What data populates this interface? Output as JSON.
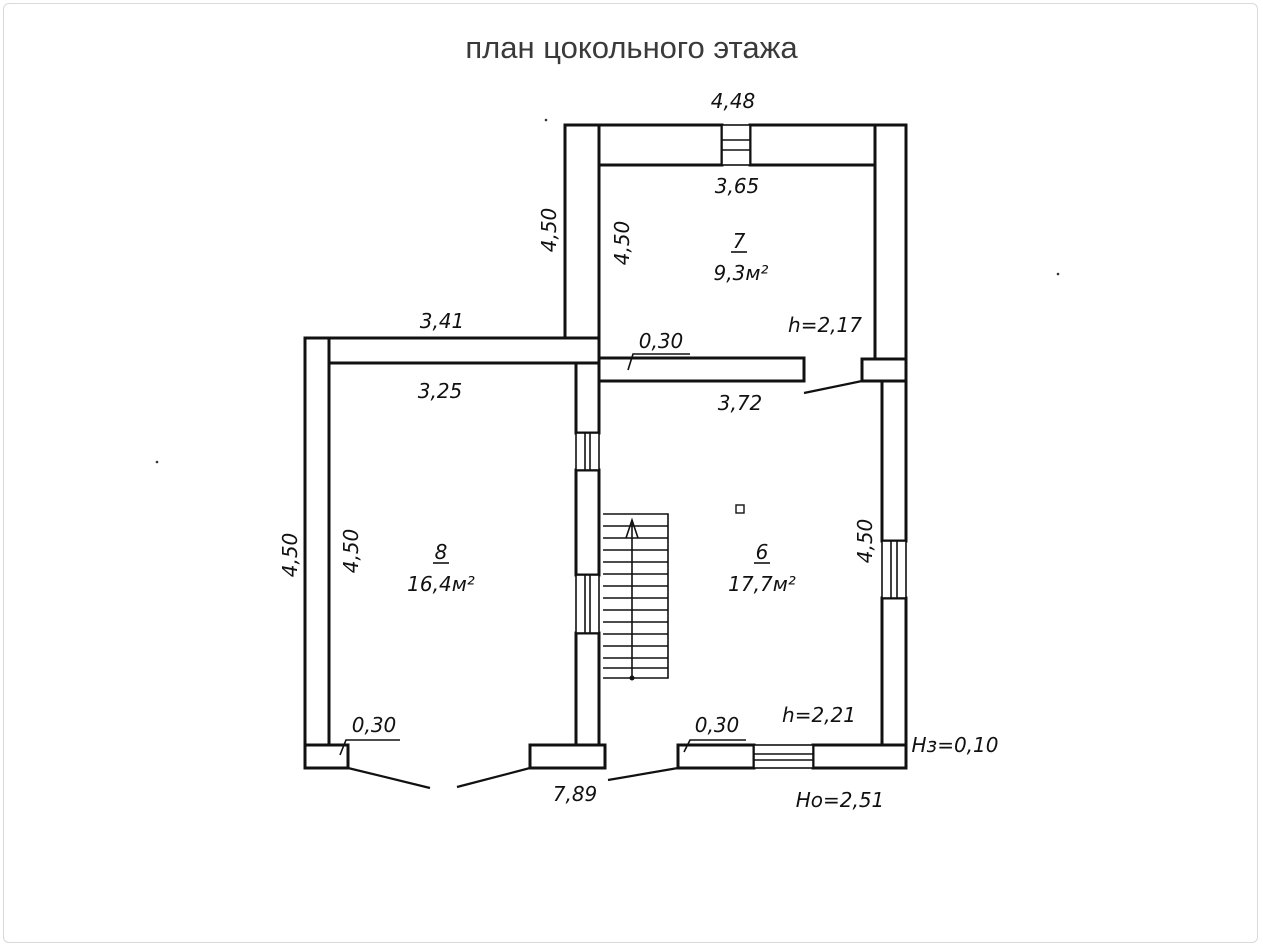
{
  "title": "план цокольного этажа",
  "rooms": [
    {
      "number": "7",
      "area": "9,3м²"
    },
    {
      "number": "8",
      "area": "16,4м²"
    },
    {
      "number": "6",
      "area": "17,7м²"
    }
  ],
  "dimensions": {
    "top_outer": "4,48",
    "top_inner": "3,65",
    "left_outer_room7": "4,50",
    "left_inner_room7": "4,50",
    "upper_left_outer": "3,41",
    "partition": "0,30",
    "room8_top": "3,25",
    "room6_top": "3,72",
    "room8_outer_left": "4,50",
    "room8_inner_left": "4,50",
    "room6_right": "4,50",
    "room8_bottom_wall": "0,30",
    "room6_bottom_wall": "0,30",
    "total_bottom": "7,89"
  },
  "heights": {
    "room7_h": "h=2,17",
    "room6_h": "h=2,21",
    "hz": "Hз=0,10",
    "ho": "Hо=2,51"
  }
}
